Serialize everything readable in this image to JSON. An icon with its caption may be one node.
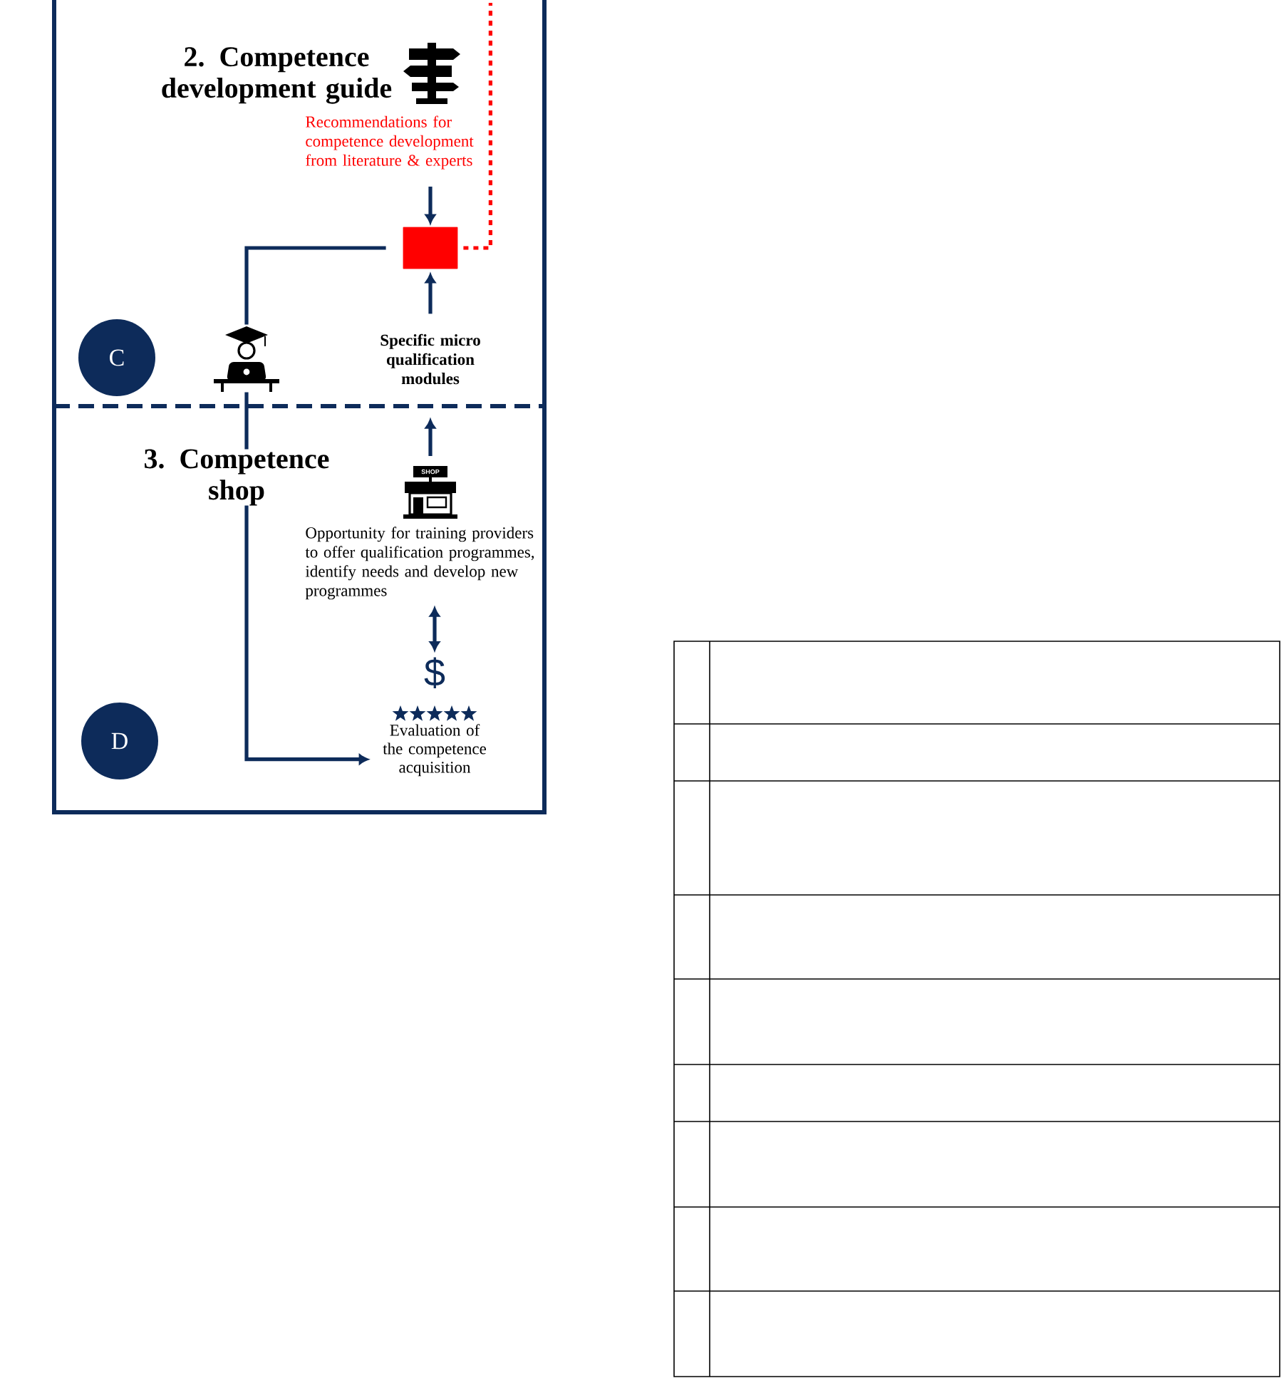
{
  "diagram": {
    "nodes": [
      {
        "text": [
          "Recommendations for competence development from literature & experts"
        ]
      },
      {
        "text": [],
        "shape": "box"
      },
      {
        "text": [
          "C"
        ]
      },
      {
        "text": [],
        "shape": "picture"
      },
      {
        "text": [
          "Specific micro qualification modules"
        ]
      },
      {
        "text": [
          "Opportunity for training providers to offer qualification programmes, identify needs and develop new programmes"
        ]
      },
      {
        "text": [
          "D"
        ]
      },
      {
        "text": [
          "$",
          "Evaluation of the competence acquisition"
        ]
      }
    ],
    "edges": [
      {
        "from": 0,
        "to": 1,
        "arrow": "to"
      },
      {
        "from": 4,
        "to": 1,
        "arrow": "to"
      },
      {
        "from": 1,
        "to": 3,
        "arrow": "none"
      },
      {
        "from": 3,
        "to": 7,
        "arrow": "to"
      },
      {
        "from": 5,
        "to": 4,
        "arrow": "to"
      },
      {
        "from": 5,
        "to": 7,
        "arrow": "both"
      },
      {
        "from": 1,
        "to": null,
        "arrow": "none",
        "style": "dashed",
        "color": "#ff0000"
      }
    ],
    "labels": [
      "2. Competence development guide",
      "3. Competence shop",
      "SHOP"
    ]
  }
}
